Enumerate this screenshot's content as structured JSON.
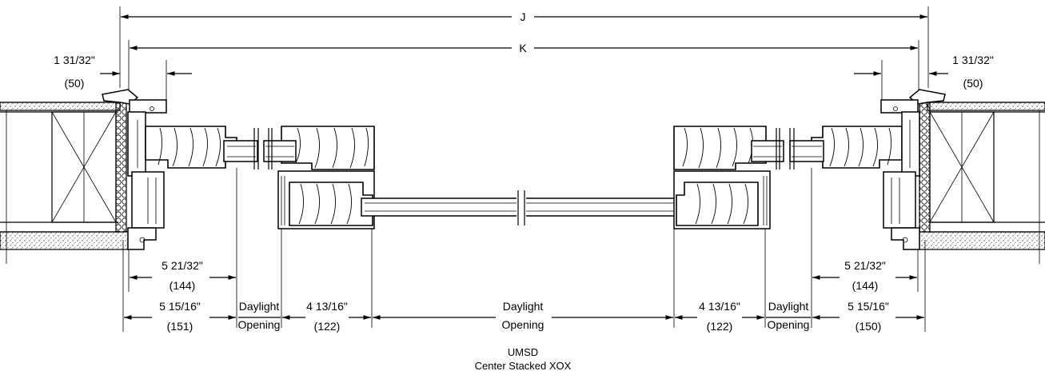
{
  "dimensions": {
    "j": "J",
    "k": "K",
    "top_left_in": "1 31/32\"",
    "top_left_mm": "(50)",
    "top_right_in": "1 31/32\"",
    "top_right_mm": "(50)",
    "left_inner_in": "5 21/32\"",
    "left_inner_mm": "(144)",
    "right_inner_in": "5 21/32\"",
    "right_inner_mm": "(144)",
    "left_outer_in": "5 15/16\"",
    "left_outer_mm": "(151)",
    "right_outer_in": "5 15/16\"",
    "right_outer_mm": "(150)",
    "left_sash_in": "4 13/16\"",
    "left_sash_mm": "(122)",
    "right_sash_in": "4 13/16\"",
    "right_sash_mm": "(122)"
  },
  "daylight": {
    "left_line1": "Daylight",
    "left_line2": "Opening",
    "center_line1": "Daylight",
    "center_line2": "Opening",
    "right_line1": "Daylight",
    "right_line2": "Opening"
  },
  "title": {
    "line1": "UMSD",
    "line2": "Center Stacked XOX"
  }
}
